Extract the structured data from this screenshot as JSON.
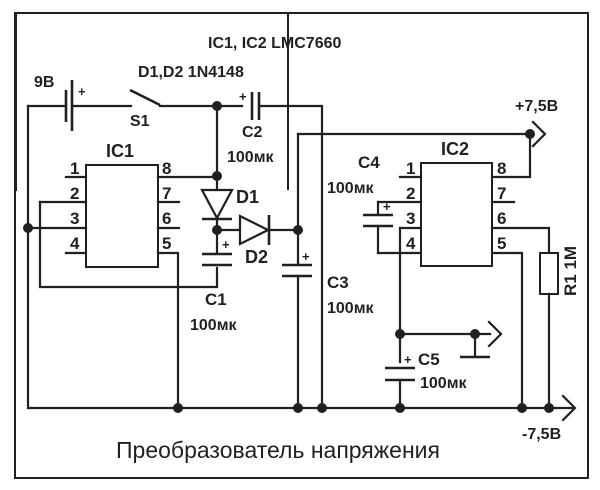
{
  "header": {
    "ic_note": "IC1, IC2 LMC7660",
    "diode_note": "D1,D2 1N4148"
  },
  "components": {
    "battery": {
      "label": "9В",
      "plus": "+"
    },
    "switch": {
      "label": "S1"
    },
    "ic1": {
      "label": "IC1",
      "pins_left": [
        "1",
        "2",
        "3",
        "4"
      ],
      "pins_right": [
        "8",
        "7",
        "6",
        "5"
      ]
    },
    "ic2": {
      "label": "IC2",
      "pins_left": [
        "1",
        "2",
        "3",
        "4"
      ],
      "pins_right": [
        "8",
        "7",
        "6",
        "5"
      ]
    },
    "d1": {
      "label": "D1"
    },
    "d2": {
      "label": "D2"
    },
    "c1": {
      "label": "C1",
      "value": "100мк",
      "plus": "+"
    },
    "c2": {
      "label": "C2",
      "value": "100мк",
      "plus": "+"
    },
    "c3": {
      "label": "C3",
      "value": "100мк",
      "plus": "+"
    },
    "c4": {
      "label": "C4",
      "value": "100мк",
      "plus": "+"
    },
    "c5": {
      "label": "C5",
      "value": "100мк",
      "plus": "+"
    },
    "r1": {
      "label": "R1 1M"
    }
  },
  "outputs": {
    "positive": "+7,5В",
    "negative": "-7,5В"
  },
  "caption": "Преобразователь напряжения"
}
